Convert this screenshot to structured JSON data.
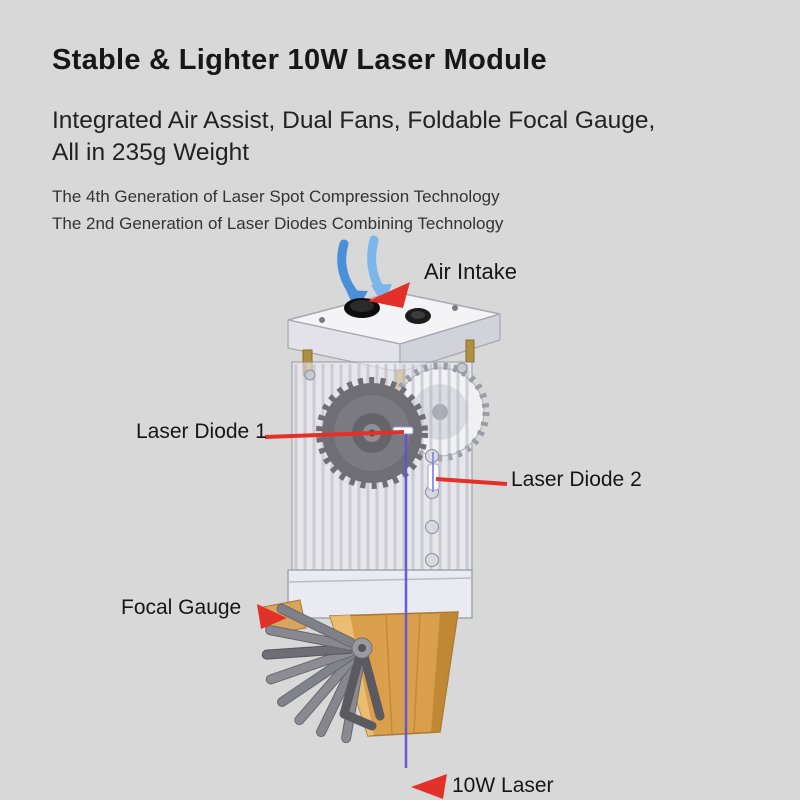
{
  "page": {
    "background": "#d8d8d8"
  },
  "header": {
    "title": "Stable & Lighter 10W Laser Module",
    "subtitle_line1": "Integrated Air Assist, Dual Fans, Foldable Focal Gauge,",
    "subtitle_line2": "All in 235g Weight",
    "feature_line1": "The 4th Generation of Laser Spot Compression Technology",
    "feature_line2": "The 2nd Generation of Laser Diodes Combining Technology"
  },
  "diagram": {
    "labels": {
      "air_intake": "Air Intake",
      "laser_diode_1": "Laser Diode 1",
      "laser_diode_2": "Laser Diode 2",
      "focal_gauge": "Focal Gauge",
      "laser_output": "10W Laser"
    },
    "colors": {
      "accent_red": "#e23128",
      "airflow_blue": "#4a90d8",
      "airflow_blue_light": "#7ab6ea",
      "beam_purple": "#5e55d8",
      "nozzle_orange": "#d99f4c"
    }
  }
}
